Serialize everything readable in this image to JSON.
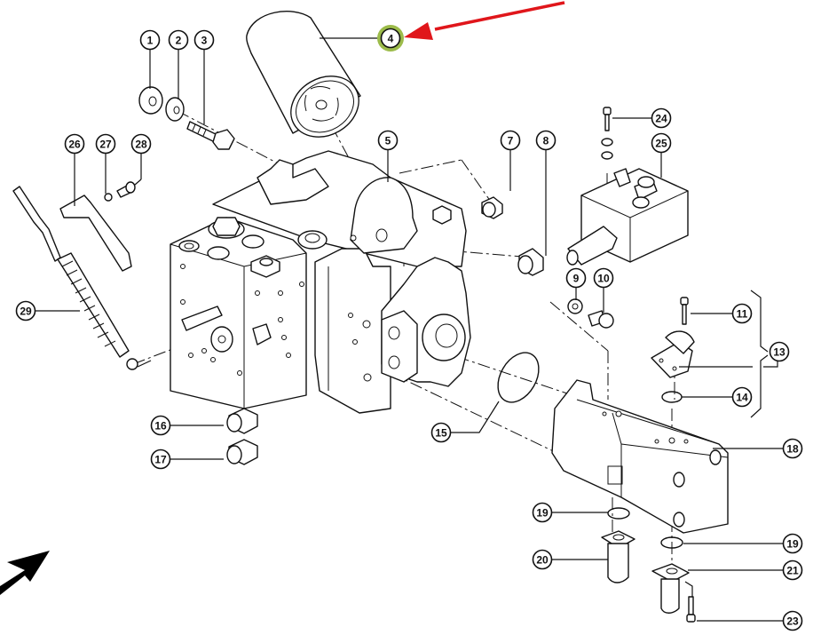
{
  "diagram": {
    "type": "exploded-parts-diagram",
    "highlight_color": "#9cbb4a",
    "arrow_color": "#e0161b",
    "orientation_arrow_color": "#000000",
    "highlighted_callout": "4",
    "callouts": {
      "c1": "1",
      "c2": "2",
      "c3": "3",
      "c4": "4",
      "c5": "5",
      "c7": "7",
      "c8": "8",
      "c9": "9",
      "c10": "10",
      "c11": "11",
      "c13": "13",
      "c14": "14",
      "c15": "15",
      "c16": "16",
      "c17": "17",
      "c18": "18",
      "c19a": "19",
      "c19b": "19",
      "c20": "20",
      "c21": "21",
      "c23": "23",
      "c24": "24",
      "c25": "25",
      "c26": "26",
      "c27": "27",
      "c28": "28",
      "c29": "29"
    }
  }
}
